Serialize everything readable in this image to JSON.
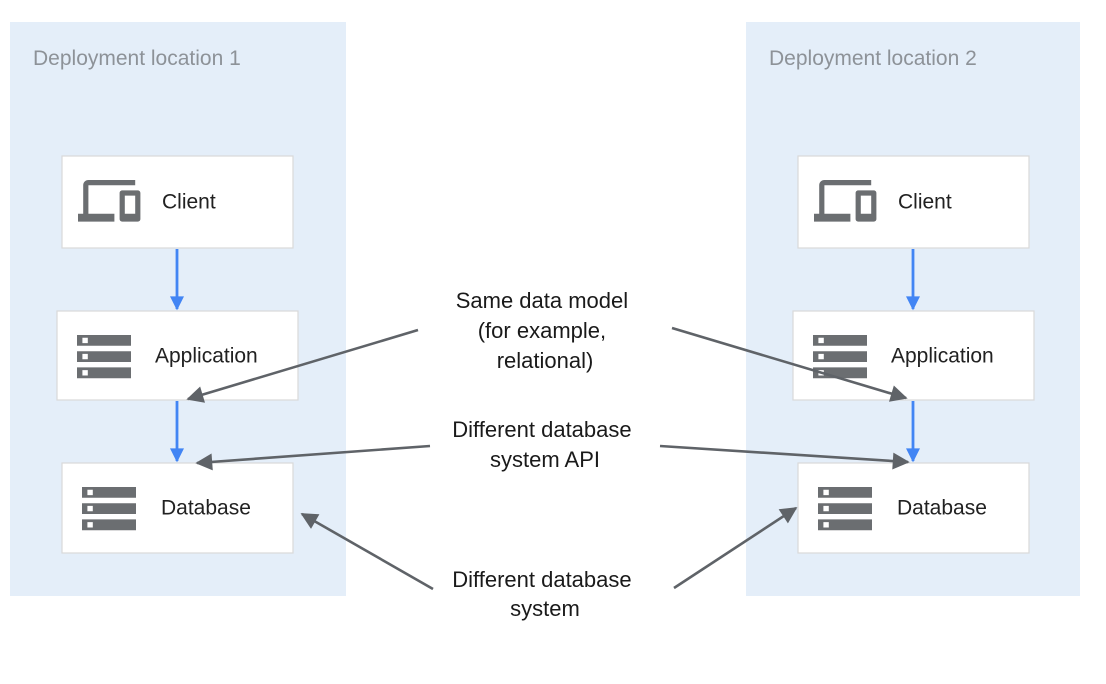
{
  "diagram": {
    "panels": [
      {
        "title": "Deployment location 1",
        "nodes": [
          {
            "label": "Client",
            "icon": "devices-icon"
          },
          {
            "label": "Application",
            "icon": "storage-icon"
          },
          {
            "label": "Database",
            "icon": "storage-icon"
          }
        ]
      },
      {
        "title": "Deployment location 2",
        "nodes": [
          {
            "label": "Client",
            "icon": "devices-icon"
          },
          {
            "label": "Application",
            "icon": "storage-icon"
          },
          {
            "label": "Database",
            "icon": "storage-icon"
          }
        ]
      }
    ],
    "flow_arrows": [
      "client-to-application-1",
      "application-to-database-1",
      "client-to-application-2",
      "application-to-database-2"
    ],
    "annotations": [
      {
        "id": "same-data-model",
        "lines": [
          "Same data model",
          "(for example,",
          "relational)"
        ],
        "targets": [
          "application-1",
          "application-2"
        ]
      },
      {
        "id": "different-database-system-api",
        "lines": [
          "Different database",
          "system API"
        ],
        "targets": [
          "database-1",
          "database-2"
        ]
      },
      {
        "id": "different-database-system",
        "lines": [
          "Different database",
          "system"
        ],
        "targets": [
          "database-1",
          "database-2"
        ]
      }
    ],
    "colors": {
      "panel_bg": "#e4eef9",
      "panel_title": "#8d9298",
      "node_bg": "#ffffff",
      "node_border": "#d9d9d9",
      "node_label": "#212121",
      "icon_gray": "#6b6e71",
      "flow_arrow_blue": "#4285f4",
      "annotation_arrow_gray": "#5f6368",
      "annotation_text": "#1a1a1a"
    }
  }
}
